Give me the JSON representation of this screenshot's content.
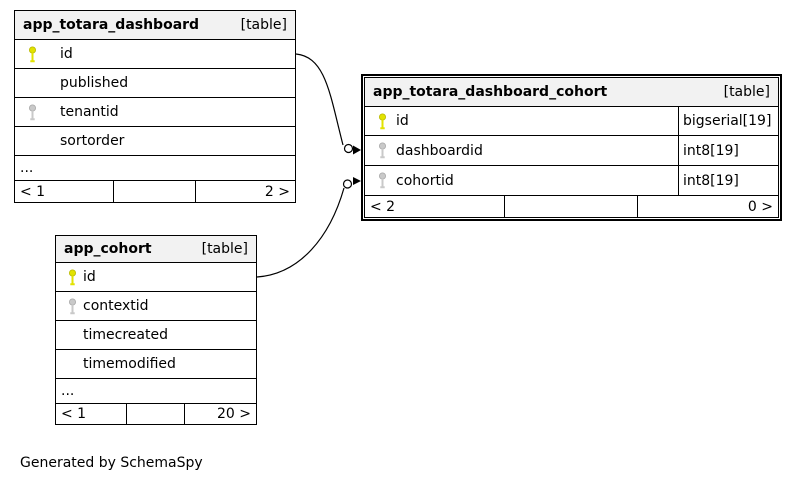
{
  "page": {
    "footer_note": "Generated by SchemaSpy"
  },
  "colors": {
    "primary_key": "#e2e200",
    "foreign_key": "#c9c9c9",
    "header_bg": "#f2f2f2",
    "border": "#000000",
    "background": "#ffffff"
  },
  "tables": [
    {
      "name": "app_totara_dashboard",
      "tag": "[table]",
      "columns": [
        {
          "label": "id",
          "key": "primary"
        },
        {
          "label": "published",
          "key": "none"
        },
        {
          "label": "tenantid",
          "key": "foreign"
        },
        {
          "label": "sortorder",
          "key": "none"
        }
      ],
      "ellipsis": "...",
      "footer": {
        "left": "< 1",
        "right": "2 >"
      }
    },
    {
      "name": "app_totara_dashboard_cohort",
      "tag": "[table]",
      "columns": [
        {
          "label": "id",
          "key": "primary",
          "type": "bigserial[19]"
        },
        {
          "label": "dashboardid",
          "key": "foreign",
          "type": "int8[19]"
        },
        {
          "label": "cohortid",
          "key": "foreign",
          "type": "int8[19]"
        }
      ],
      "footer": {
        "left": "< 2",
        "right": "0 >"
      }
    },
    {
      "name": "app_cohort",
      "tag": "[table]",
      "columns": [
        {
          "label": "id",
          "key": "primary"
        },
        {
          "label": "contextid",
          "key": "foreign"
        },
        {
          "label": "timecreated",
          "key": "none"
        },
        {
          "label": "timemodified",
          "key": "none"
        }
      ],
      "ellipsis": "...",
      "footer": {
        "left": "< 1",
        "right": "20 >"
      }
    }
  ],
  "relationships": [
    {
      "from_table": "app_totara_dashboard",
      "from_column": "id",
      "to_table": "app_totara_dashboard_cohort",
      "to_column": "dashboardid"
    },
    {
      "from_table": "app_cohort",
      "from_column": "id",
      "to_table": "app_totara_dashboard_cohort",
      "to_column": "cohortid"
    }
  ]
}
